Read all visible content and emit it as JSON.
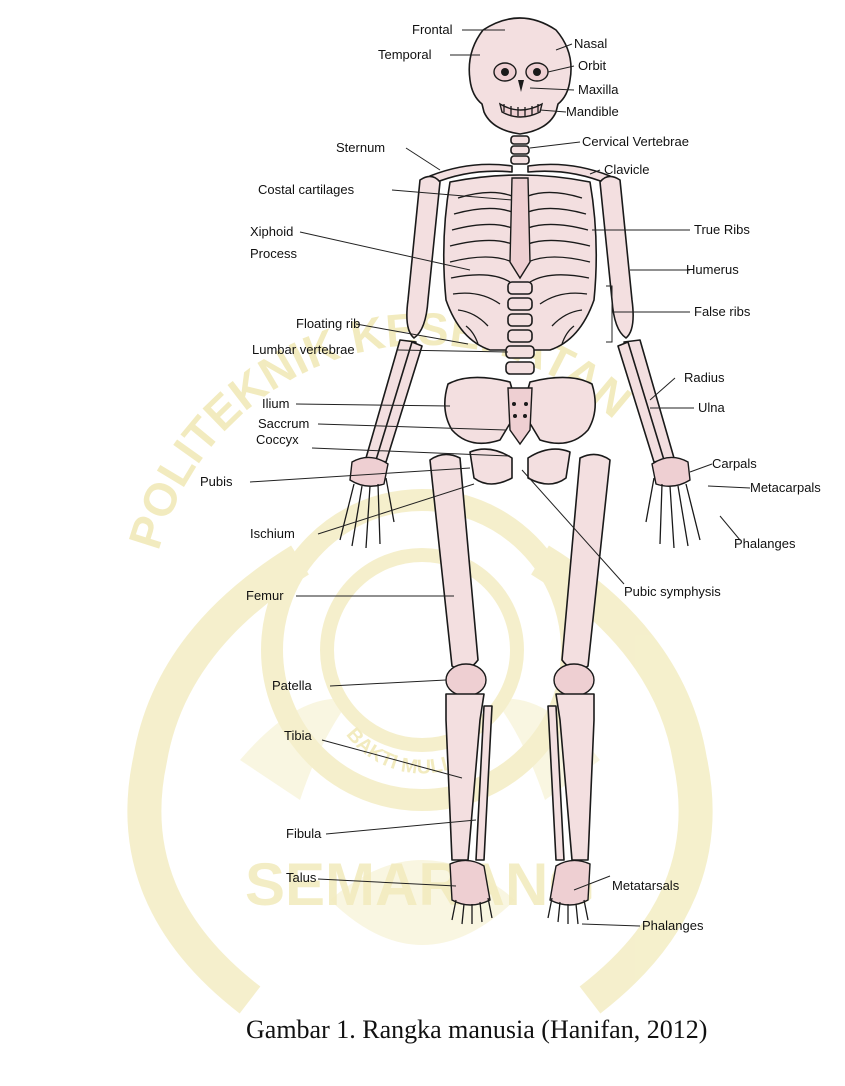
{
  "figure": {
    "caption": "Gambar 1. Rangka manusia (Hanifan, 2012)",
    "labels": {
      "frontal": "Frontal",
      "temporal": "Temporal",
      "nasal": "Nasal",
      "orbit": "Orbit",
      "maxilla": "Maxilla",
      "mandible": "Mandible",
      "cervical": "Cervical Vertebrae",
      "sternum": "Sternum",
      "clavicle": "Clavicle",
      "costal": "Costal cartilages",
      "xiphoid1": "Xiphoid",
      "xiphoid2": "Process",
      "true_ribs": "True Ribs",
      "humerus": "Humerus",
      "false_ribs": "False ribs",
      "floating_rib": "Floating rib",
      "lumbar": "Lumbar vertebrae",
      "radius": "Radius",
      "ilium": "Ilium",
      "ulna": "Ulna",
      "sacrum": "Saccrum",
      "coccyx": "Coccyx",
      "carpals": "Carpals",
      "pubis": "Pubis",
      "metacarpals": "Metacarpals",
      "ischium": "Ischium",
      "phalanges_hand": "Phalanges",
      "femur": "Femur",
      "pubic_symphysis": "Pubic symphysis",
      "patella": "Patella",
      "tibia": "Tibia",
      "fibula": "Fibula",
      "talus": "Talus",
      "metatarsals": "Metatarsals",
      "phalanges_foot": "Phalanges"
    }
  },
  "watermark": {
    "text": "POLITEKNIK KESEHATAN",
    "subtext": "BAKTI MULIA",
    "city": "SEMARANG",
    "color": "#e8dc8c"
  }
}
